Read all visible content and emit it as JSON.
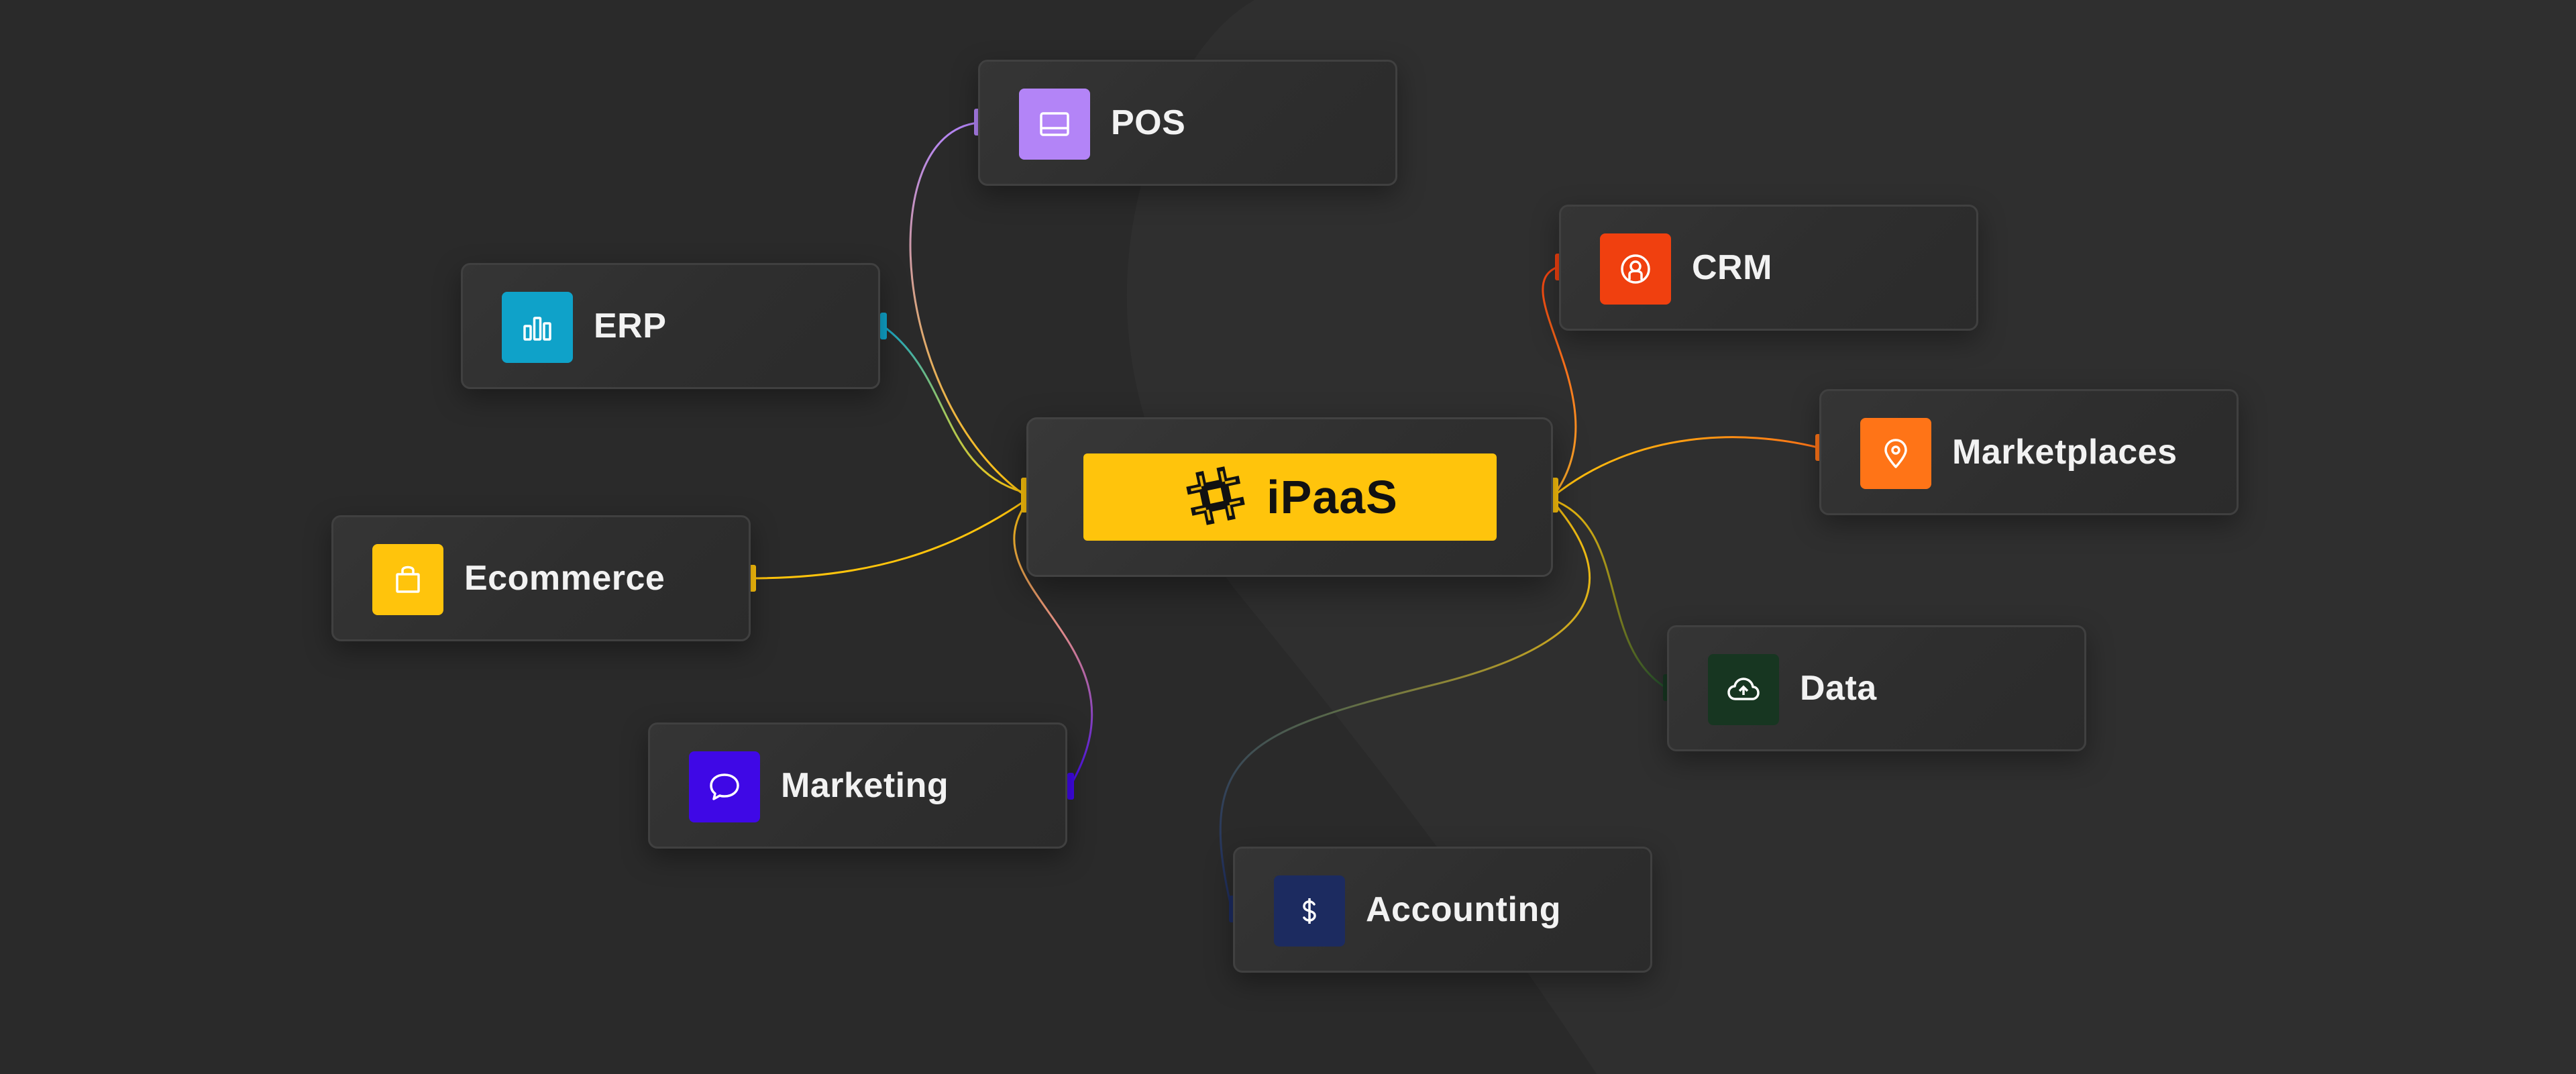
{
  "hub": {
    "title": "iPaaS",
    "icon": "puzzle-hash-icon",
    "color": "#ffc40c"
  },
  "nodes": {
    "pos": {
      "label": "POS",
      "icon": "card-reader-icon",
      "color": "#b384f7"
    },
    "erp": {
      "label": "ERP",
      "icon": "bar-chart-icon",
      "color": "#0fa2c9"
    },
    "ecommerce": {
      "label": "Ecommerce",
      "icon": "shopping-bag-icon",
      "color": "#ffc40c"
    },
    "marketing": {
      "label": "Marketing",
      "icon": "chat-bubble-icon",
      "color": "#3f08e6"
    },
    "crm": {
      "label": "CRM",
      "icon": "user-circle-icon",
      "color": "#f0400f"
    },
    "marketplaces": {
      "label": "Marketplaces",
      "icon": "map-pin-icon",
      "color": "#ff7417"
    },
    "data": {
      "label": "Data",
      "icon": "cloud-upload-icon",
      "color": "#173621"
    },
    "accounting": {
      "label": "Accounting",
      "icon": "dollar-icon",
      "color": "#1c2b60"
    }
  }
}
